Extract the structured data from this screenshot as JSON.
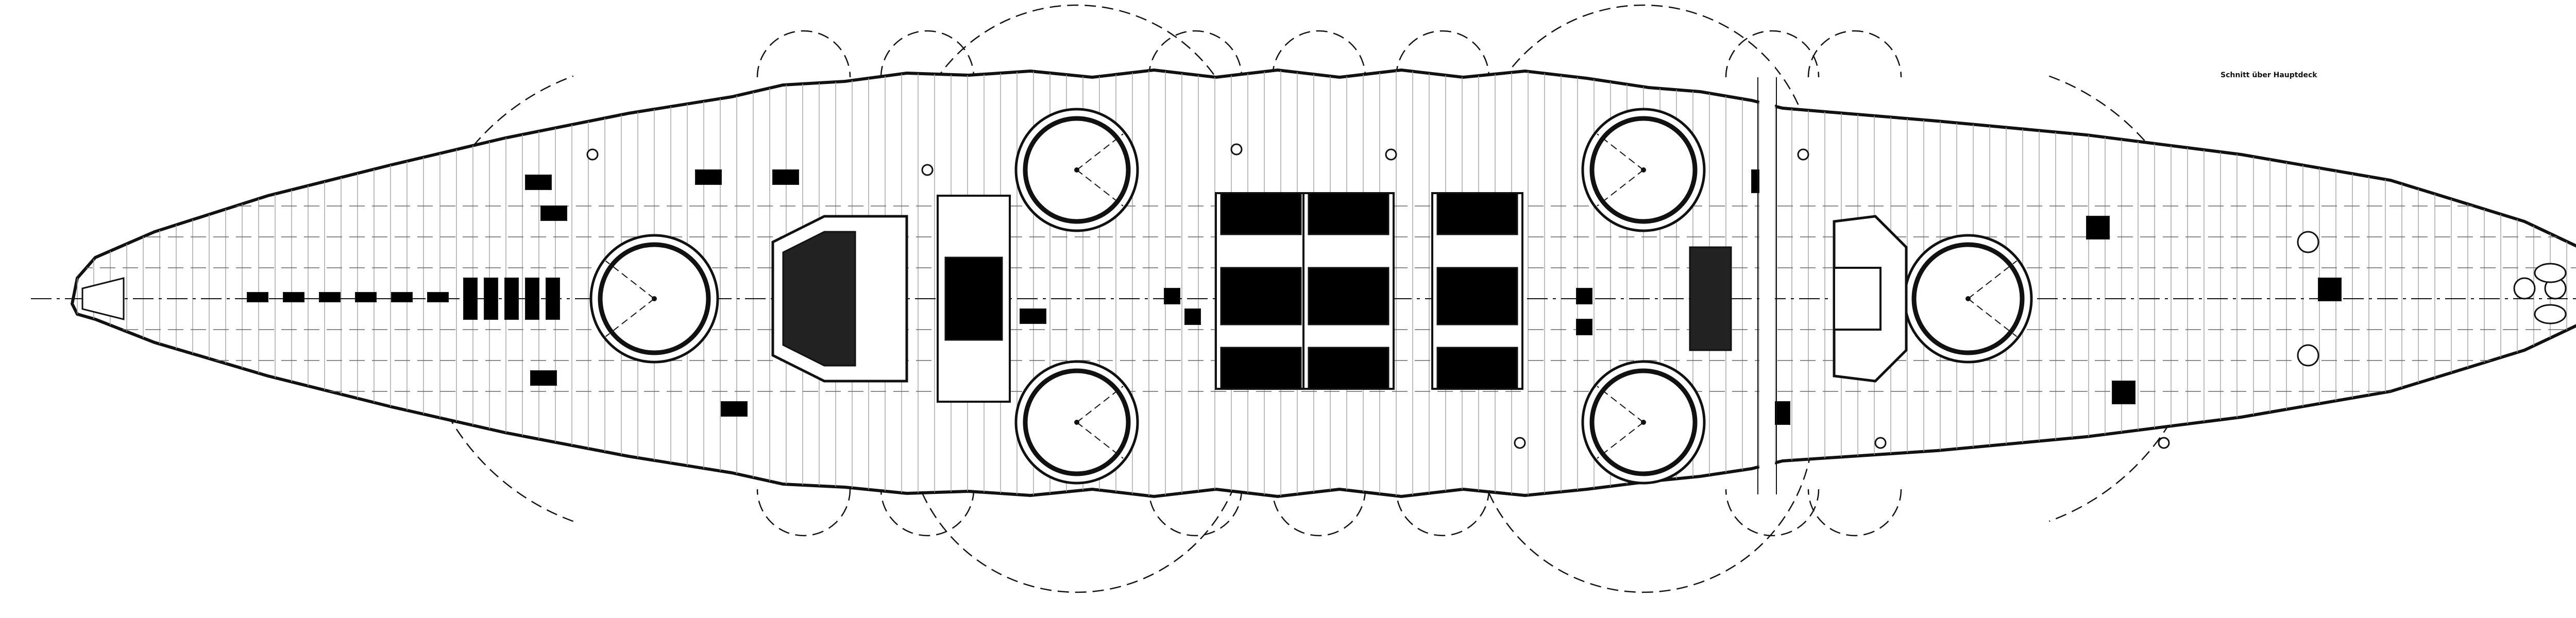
{
  "drawing": {
    "label": "Schnitt über Hauptdeck",
    "ink": "#111111",
    "paper": "#ffffff",
    "plank_ink": "#a0a0a0",
    "fill_ink": "#000000"
  },
  "ship": {
    "main_turrets": 2,
    "wing_turrets": 4,
    "boiler_groups": 3,
    "capstans": 3
  }
}
